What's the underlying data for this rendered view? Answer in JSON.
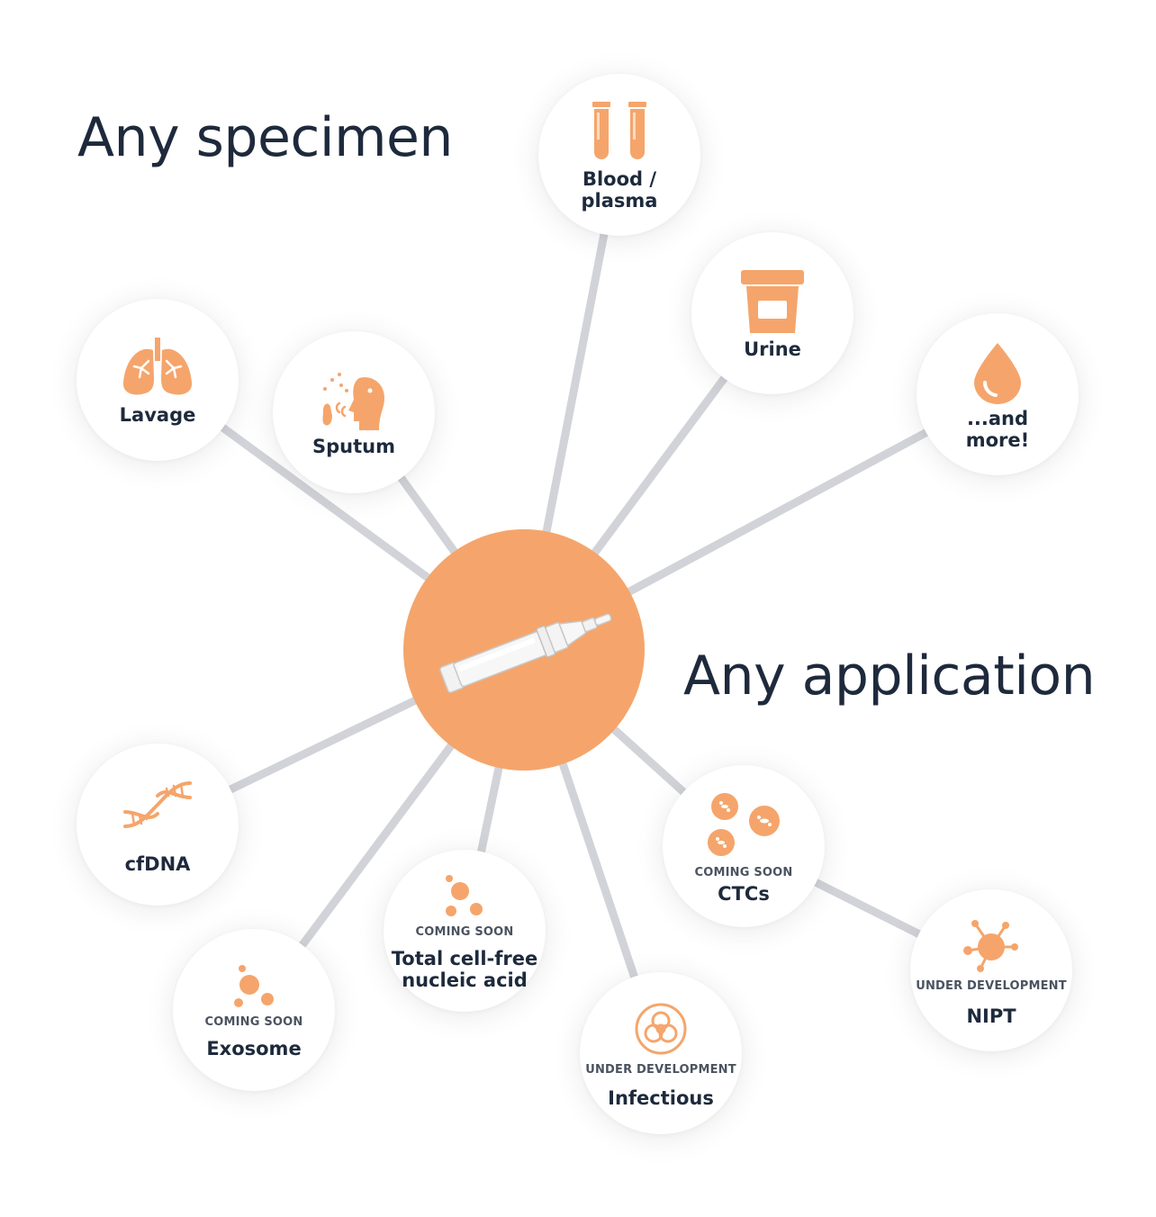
{
  "headings": {
    "specimen": "Any specimen",
    "application": "Any application"
  },
  "colors": {
    "accent": "#f5a56b",
    "connector": "#d2d3d8",
    "text": "#1e2a3c"
  },
  "specimens": [
    {
      "id": "blood",
      "label": "Blood /\nplasma",
      "icon": "test-tubes-icon"
    },
    {
      "id": "urine",
      "label": "Urine",
      "icon": "specimen-cup-icon"
    },
    {
      "id": "more",
      "label": "...and\nmore!",
      "icon": "droplet-icon"
    },
    {
      "id": "lavage",
      "label": "Lavage",
      "icon": "lungs-icon"
    },
    {
      "id": "sputum",
      "label": "Sputum",
      "icon": "coughing-head-icon"
    }
  ],
  "applications": [
    {
      "id": "cfdna",
      "label": "cfDNA",
      "status": "",
      "icon": "dna-helix-icon"
    },
    {
      "id": "exosome",
      "label": "Exosome",
      "status": "COMING SOON",
      "icon": "vesicles-icon"
    },
    {
      "id": "tcfna",
      "label": "Total cell-free\nnucleic acid",
      "status": "COMING SOON",
      "icon": "vesicles-icon"
    },
    {
      "id": "infectious",
      "label": "Infectious",
      "status": "UNDER DEVELOPMENT",
      "icon": "biohazard-icon"
    },
    {
      "id": "ctcs",
      "label": "CTCs",
      "status": "COMING SOON",
      "icon": "cells-icon"
    },
    {
      "id": "nipt",
      "label": "NIPT",
      "status": "UNDER DEVELOPMENT",
      "icon": "molecule-icon"
    }
  ],
  "center": {
    "icon": "collection-device-icon"
  }
}
